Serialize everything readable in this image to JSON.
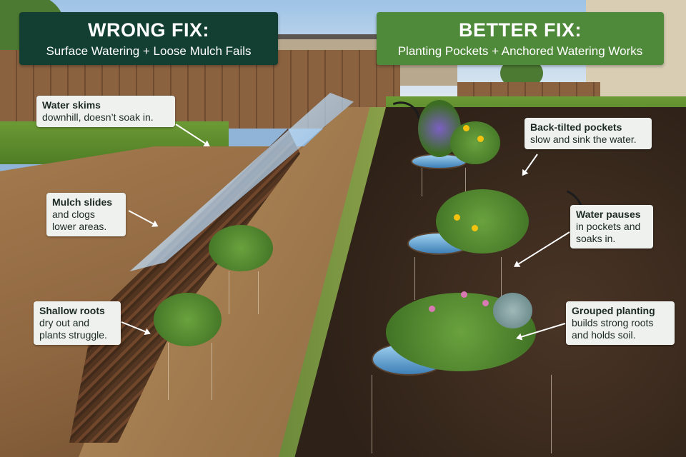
{
  "left_panel": {
    "title": "WRONG FIX:",
    "subtitle": "Surface Watering + Loose Mulch Fails",
    "banner_color": "#123f32",
    "callouts": [
      {
        "bold": "Water skims",
        "text": "downhill, doesn’t soak in."
      },
      {
        "bold": "Mulch slides",
        "text": "and clogs lower areas."
      },
      {
        "bold": "Shallow roots",
        "text": "dry out and plants struggle."
      }
    ]
  },
  "right_panel": {
    "title": "BETTER FIX:",
    "subtitle": "Planting Pockets + Anchored Watering Works",
    "banner_color": "#4f8a3a",
    "callouts": [
      {
        "bold": "Back-tilted pockets",
        "text": "slow and sink the water."
      },
      {
        "bold": "Water pauses",
        "text": "in pockets and soaks in."
      },
      {
        "bold": "Grouped planting",
        "text": "builds strong roots and holds soil."
      }
    ]
  }
}
